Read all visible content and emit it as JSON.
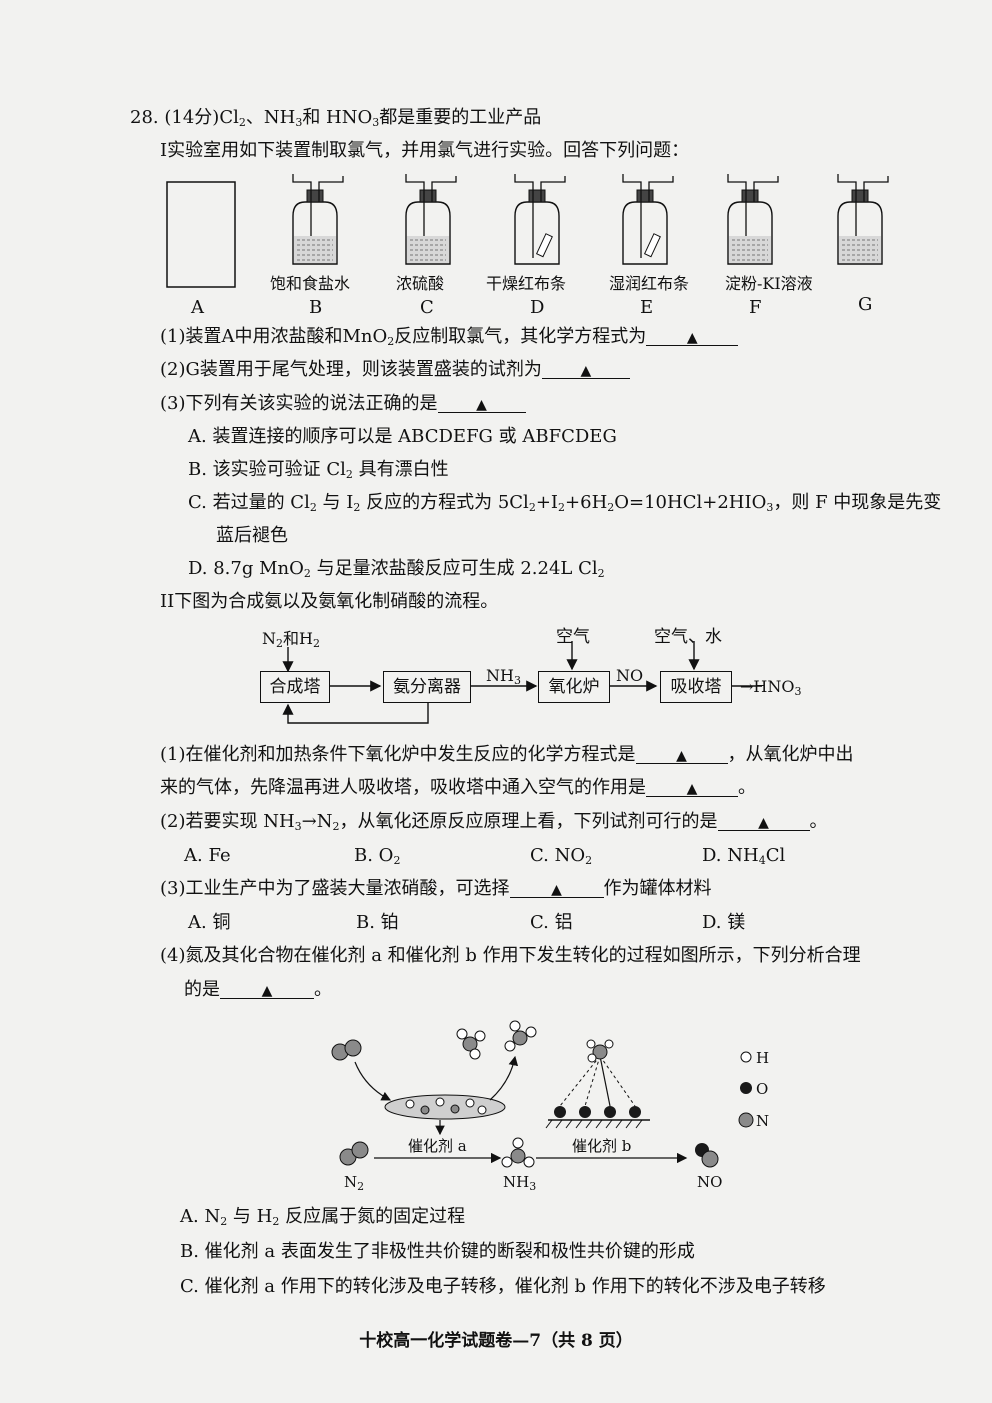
{
  "q": {
    "number": "28.",
    "points": "(14分)",
    "intro_parts": [
      "Cl",
      "2",
      "、NH",
      "3",
      "和 HNO",
      "3",
      "都是重要的工业产品"
    ]
  },
  "part1": {
    "title": "I实验室用如下装置制取氯气，并用氯气进行实验。回答下列问题：",
    "apparatus": [
      {
        "letter": "A",
        "label": ""
      },
      {
        "letter": "B",
        "label": "饱和食盐水"
      },
      {
        "letter": "C",
        "label": "浓硫酸"
      },
      {
        "letter": "D",
        "label": "干燥红布条"
      },
      {
        "letter": "E",
        "label": "湿润红布条"
      },
      {
        "letter": "F",
        "label": "淀粉-KI溶液"
      },
      {
        "letter": "G",
        "label": ""
      }
    ],
    "q1": [
      "(1)装置A中用浓盐酸和MnO",
      "2",
      "反应制取氯气，其化学方程式为"
    ],
    "q2": "(2)G装置用于尾气处理，则该装置盛装的试剂为",
    "q3": "(3)下列有关该实验的说法正确的是",
    "q3_options": {
      "A": "A. 装置连接的顺序可以是 ABCDEFG 或 ABFCDEG",
      "B": [
        "B. 该实验可验证 Cl",
        "2",
        " 具有漂白性"
      ],
      "C1": [
        "C. 若过量的 Cl",
        "2",
        " 与 I",
        "2",
        " 反应的方程式为 5Cl",
        "2",
        "+I",
        "2",
        "+6H",
        "2",
        "O=10HCl+2HIO",
        "3",
        "，则 F 中现象是先变"
      ],
      "C2": "蓝后褪色",
      "D": [
        "D. 8.7g  MnO",
        "2",
        " 与足量浓盐酸反应可生成 2.24L  Cl",
        "2"
      ]
    }
  },
  "part2": {
    "title": "II下图为合成氨以及氨氧化制硝酸的流程。",
    "flow": {
      "input1_parts": [
        "N",
        "2",
        "和H",
        "2"
      ],
      "box1": "合成塔",
      "box2": "氨分离器",
      "arrow1_parts": [
        "NH",
        "3"
      ],
      "input2": "空气",
      "box3": "氧化炉",
      "arrow2": "NO",
      "input3": "空气、水",
      "box4": "吸收塔",
      "output_parts": [
        "→HNO",
        "3"
      ]
    },
    "q1a": "(1)在催化剂和加热条件下氧化炉中发生反应的化学方程式是",
    "q1b": "，从氧化炉中出",
    "q1c": "来的气体，先降温再进人吸收塔，吸收塔中通入空气的作用是",
    "q1d": "。",
    "q2": [
      "(2)若要实现 NH",
      "3",
      "→N",
      "2",
      "，从氧化还原反应原理上看，下列试剂可行的是"
    ],
    "q2_end": "。",
    "q2_options": [
      {
        "t": [
          "A. Fe"
        ]
      },
      {
        "t": [
          "B. O",
          "2"
        ]
      },
      {
        "t": [
          "C. NO",
          "2"
        ]
      },
      {
        "t": [
          "D. NH",
          "4",
          "Cl"
        ]
      }
    ],
    "q3a": "(3)工业生产中为了盛装大量浓硝酸，可选择",
    "q3b": "作为罐体材料",
    "q3_options": [
      "A. 铜",
      "B. 铂",
      "C. 铝",
      "D. 镁"
    ],
    "q4a": "(4)氮及其化合物在催化剂 a 和催化剂 b 作用下发生转化的过程如图所示，下列分析合理",
    "q4b": "的是",
    "q4c": "。",
    "diagram": {
      "cat_a": "催化剂 a",
      "cat_b": "催化剂 b",
      "n2": [
        "N",
        "2"
      ],
      "nh3": [
        "NH",
        "3"
      ],
      "no": "NO",
      "legend": [
        "H",
        "O",
        "N"
      ]
    },
    "q4_options": {
      "A": [
        "A. N",
        "2",
        " 与 H",
        "2",
        " 反应属于氮的固定过程"
      ],
      "B": "B. 催化剂 a 表面发生了非极性共价键的断裂和极性共价键的形成",
      "C": "C. 催化剂 a 作用下的转化涉及电子转移，催化剂 b 作用下的转化不涉及电子转移"
    }
  },
  "blank_marker": "▲",
  "footer": "十校高一化学试题卷—7（共 8 页）",
  "colors": {
    "ink": "#111111",
    "paper": "#f2f2f0",
    "n_atom": "#8a8a8a",
    "o_atom": "#1a1a1a"
  }
}
